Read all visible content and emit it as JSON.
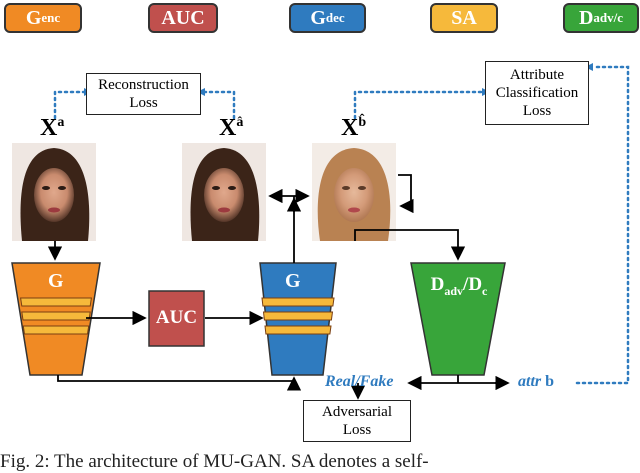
{
  "legend": {
    "g_enc": {
      "main": "G",
      "sub": "enc",
      "color": "#f08a24"
    },
    "auc": {
      "main": "AUC",
      "color": "#c0504d"
    },
    "g_dec": {
      "main": "G",
      "sub": "dec",
      "color": "#2f7bbf"
    },
    "sa": {
      "main": "SA",
      "color": "#f6b93b"
    },
    "d_adv": {
      "main": "D",
      "sub": "adv/c",
      "color": "#38a53a"
    }
  },
  "loss_boxes": {
    "reconstruction": [
      "Reconstruction",
      "Loss"
    ],
    "attribute": [
      "Attribute",
      "Classification",
      "Loss"
    ],
    "adversarial": [
      "Adversarial",
      "Loss"
    ]
  },
  "images": {
    "xa": {
      "main": "X",
      "sup": "a"
    },
    "xa_hat": {
      "main": "X",
      "sup": "â"
    },
    "xb_hat": {
      "main": "X",
      "sup": "b̂"
    }
  },
  "blocks": {
    "encoder": "G",
    "auc": "AUC",
    "decoder": "G",
    "discriminator": {
      "a": "D",
      "a_sub": "adv",
      "sep": "/",
      "b": "D",
      "b_sub": "c"
    }
  },
  "labels": {
    "real_fake": "Real/Fake",
    "attr_b": {
      "word": "attr",
      "letter": "b"
    }
  },
  "caption": "Fig. 2: The architecture of MU-GAN. SA denotes a self-",
  "colors": {
    "arrow_dotted": "#2f7bbf",
    "sa_stripe": "#f6b93b",
    "stripe_border": "#7a3f12"
  }
}
